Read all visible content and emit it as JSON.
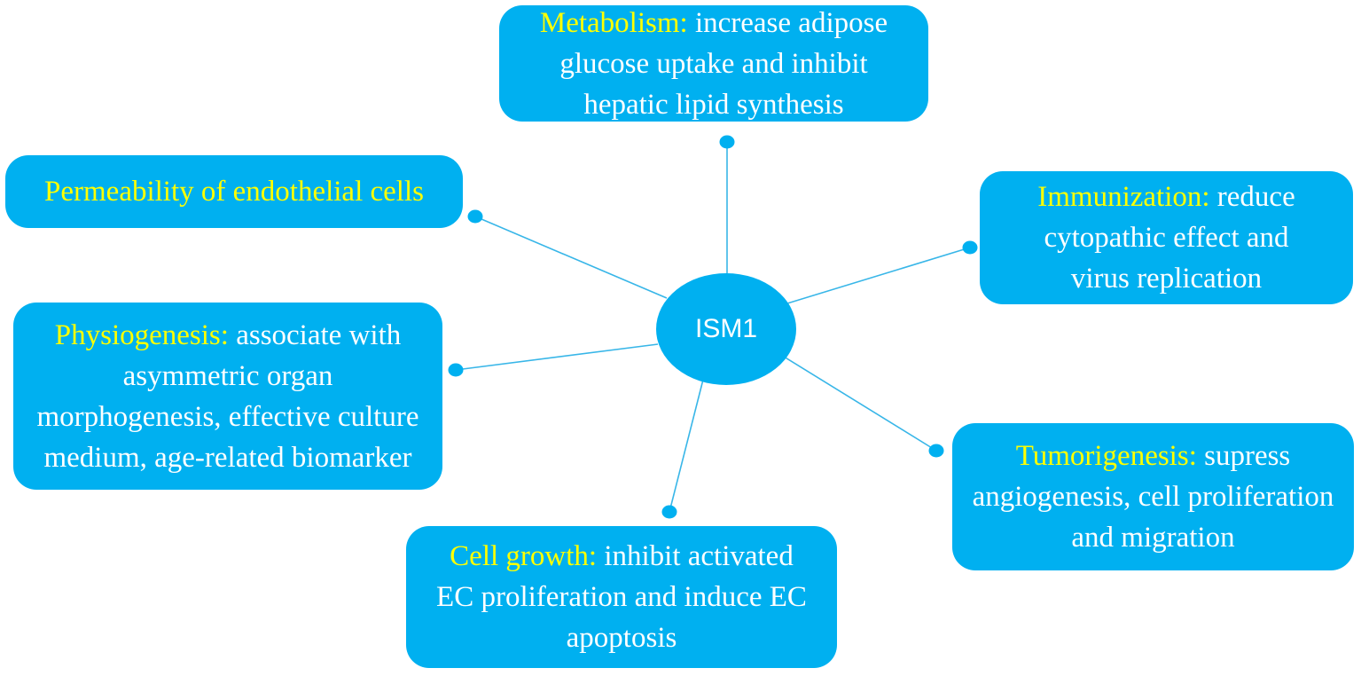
{
  "center": {
    "label": "ISM1"
  },
  "colors": {
    "box_fill": "#00b0f0",
    "heading_text": "#ffff00",
    "body_text": "#ffffff",
    "connector_line": "#38b6e8",
    "connector_dot": "#00b0f0"
  },
  "nodes": [
    {
      "id": "metabolism",
      "heading": "Metabolism:",
      "text": " increase adipose glucose uptake and inhibit hepatic lipid synthesis"
    },
    {
      "id": "permeability",
      "heading": "Permeability of endothelial cells",
      "text": ""
    },
    {
      "id": "immunization",
      "heading": "Immunization:",
      "text": " reduce cytopathic effect and virus replication"
    },
    {
      "id": "physiogenesis",
      "heading": "Physiogenesis:",
      "text": " associate with asymmetric organ morphogenesis, effective culture medium, age-related biomarker"
    },
    {
      "id": "tumorigenesis",
      "heading": "Tumorigenesis:",
      "text": " supress angiogenesis, cell proliferation and migration"
    },
    {
      "id": "cell-growth",
      "heading": "Cell growth:",
      "text": "  inhibit activated EC proliferation and induce EC apoptosis"
    }
  ]
}
